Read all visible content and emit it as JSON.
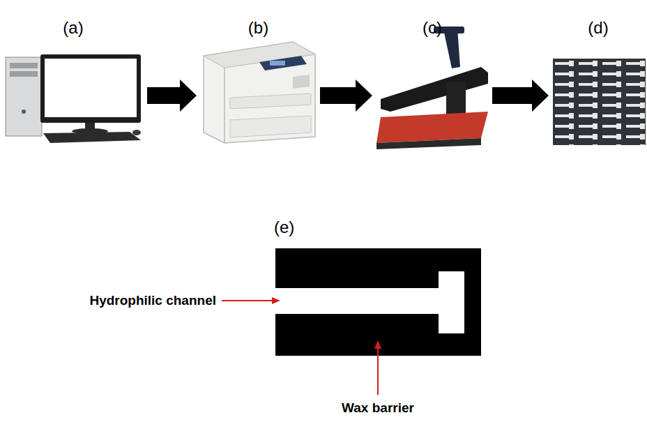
{
  "diagram": {
    "nodes": [
      {
        "text": [
          "(a)"
        ]
      },
      {
        "text": [
          "(b)"
        ]
      },
      {
        "text": [
          "(c)"
        ]
      },
      {
        "text": [
          "(d)"
        ]
      },
      {
        "text": [
          "(e)"
        ]
      }
    ],
    "edges": [
      {
        "from": 0,
        "to": 1,
        "arrow": "to"
      },
      {
        "from": 1,
        "to": 2,
        "arrow": "to"
      },
      {
        "from": 2,
        "to": 3,
        "arrow": "to"
      }
    ],
    "labels": [
      "Hydrophilic channel",
      "Wax barrier"
    ]
  }
}
